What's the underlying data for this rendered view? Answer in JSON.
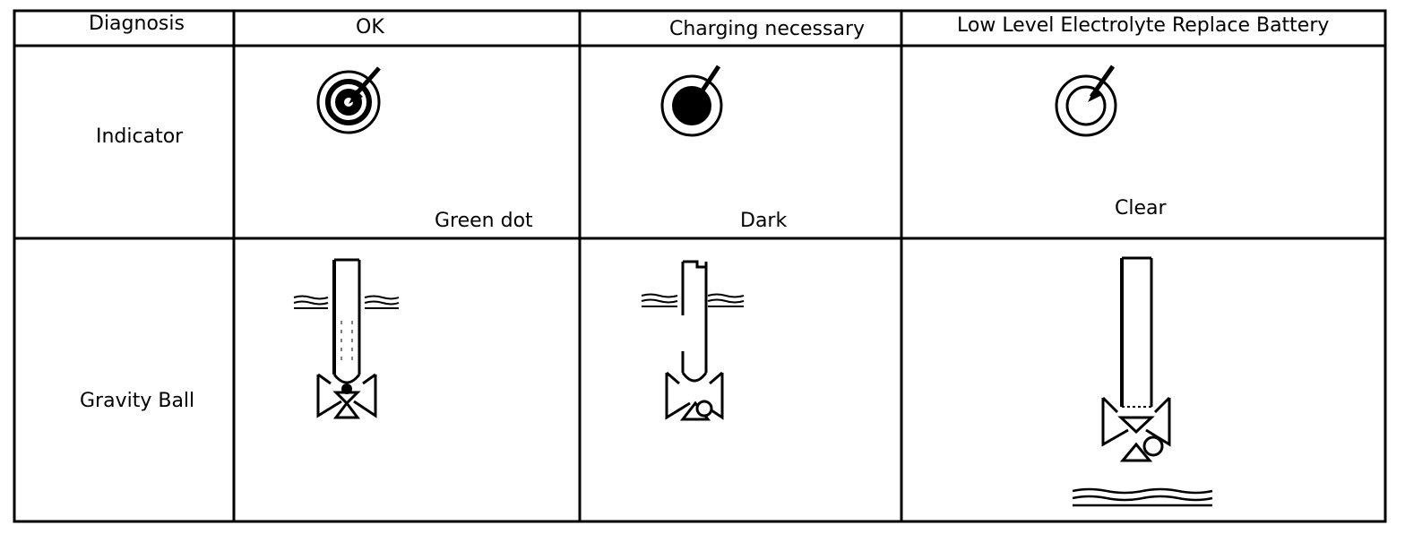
{
  "table": {
    "headers": [
      "Diagnosis",
      "OK",
      "Charging necessary",
      "Low Level Electrolyte Replace Battery"
    ],
    "rows": [
      {
        "label": "Indicator",
        "cells": [
          {
            "caption": "Green dot",
            "icon": "indicator-green-dot-icon"
          },
          {
            "caption": "Dark",
            "icon": "indicator-dark-icon"
          },
          {
            "caption": "Clear",
            "icon": "indicator-clear-icon"
          }
        ]
      },
      {
        "label": "Gravity Ball",
        "cells": [
          {
            "icon": "gravity-ball-ok-icon"
          },
          {
            "icon": "gravity-ball-charging-icon"
          },
          {
            "icon": "gravity-ball-low-level-icon"
          }
        ]
      }
    ]
  }
}
